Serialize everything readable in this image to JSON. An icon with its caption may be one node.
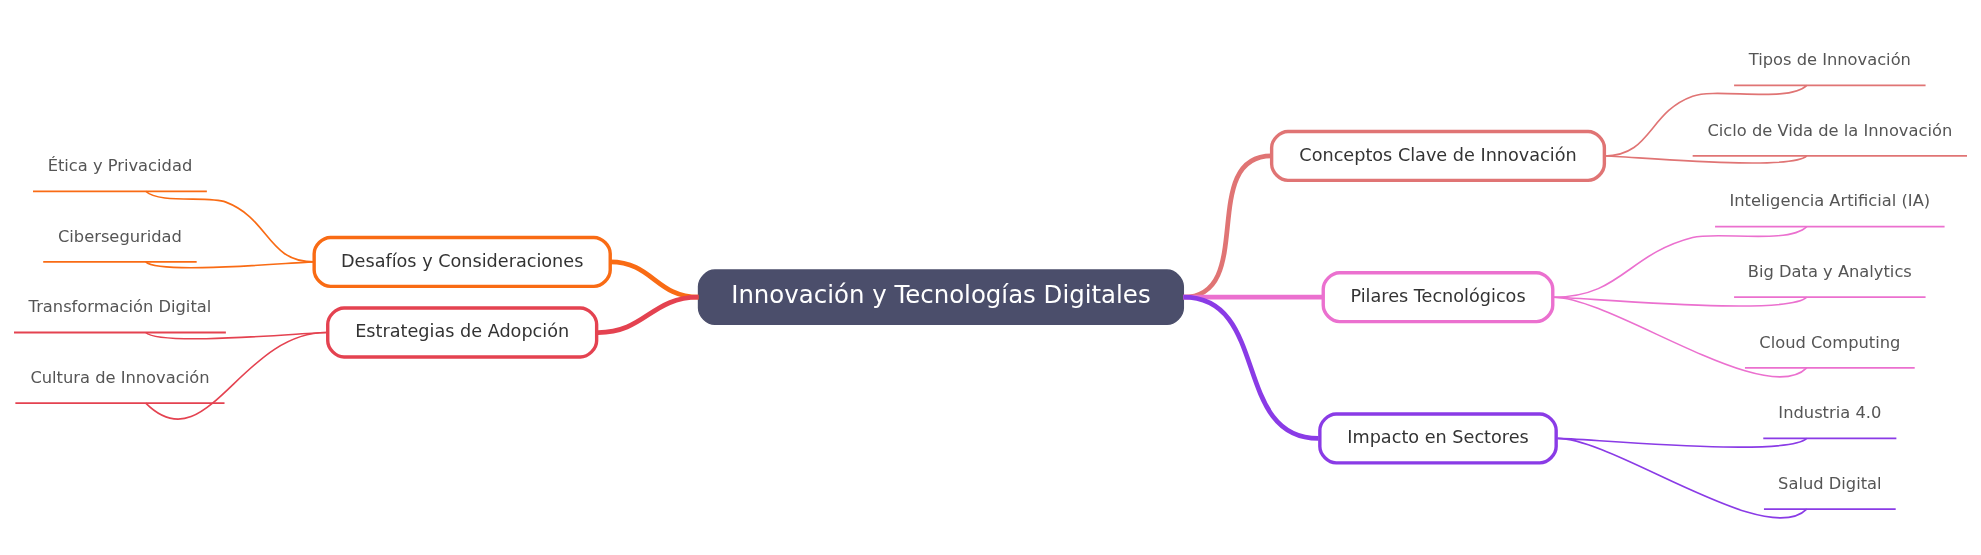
{
  "diagram": {
    "nodes": [
      {
        "text": [
          "Innovación y Tecnologías Digitales"
        ]
      },
      {
        "text": [
          "Conceptos Clave de Innovación"
        ]
      },
      {
        "text": [
          "Tipos de Innovación"
        ]
      },
      {
        "text": [
          "Ciclo de Vida de la Innovación"
        ]
      },
      {
        "text": [
          "Pilares Tecnológicos"
        ]
      },
      {
        "text": [
          "Inteligencia Artificial (IA)"
        ]
      },
      {
        "text": [
          "Big Data y Analytics"
        ]
      },
      {
        "text": [
          "Cloud Computing"
        ]
      },
      {
        "text": [
          "Impacto en Sectores"
        ]
      },
      {
        "text": [
          "Industria 4.0"
        ]
      },
      {
        "text": [
          "Salud Digital"
        ]
      },
      {
        "text": [
          "Desafíos y Consideraciones"
        ]
      },
      {
        "text": [
          "Ética y Privacidad"
        ]
      },
      {
        "text": [
          "Ciberseguridad"
        ]
      },
      {
        "text": [
          "Estrategias de Adopción"
        ]
      },
      {
        "text": [
          "Transformación Digital"
        ]
      },
      {
        "text": [
          "Cultura de Innovación"
        ]
      }
    ],
    "edges": [
      {
        "from": 0,
        "to": 1,
        "arrow": "none",
        "style": "thick",
        "color": "#e07474"
      },
      {
        "from": 1,
        "to": 2,
        "arrow": "none",
        "color": "#e07474"
      },
      {
        "from": 1,
        "to": 3,
        "arrow": "none",
        "color": "#e07474"
      },
      {
        "from": 0,
        "to": 4,
        "arrow": "none",
        "style": "thick",
        "color": "#eb70cf"
      },
      {
        "from": 4,
        "to": 5,
        "arrow": "none",
        "color": "#eb70cf"
      },
      {
        "from": 4,
        "to": 6,
        "arrow": "none",
        "color": "#eb70cf"
      },
      {
        "from": 4,
        "to": 7,
        "arrow": "none",
        "color": "#eb70cf"
      },
      {
        "from": 0,
        "to": 8,
        "arrow": "none",
        "style": "thick",
        "color": "#8a3be6"
      },
      {
        "from": 8,
        "to": 9,
        "arrow": "none",
        "color": "#8a3be6"
      },
      {
        "from": 8,
        "to": 10,
        "arrow": "none",
        "color": "#8a3be6"
      },
      {
        "from": 11,
        "to": 0,
        "arrow": "none",
        "style": "thick",
        "color": "#f96b14"
      },
      {
        "from": 12,
        "to": 11,
        "arrow": "none",
        "color": "#f96b14"
      },
      {
        "from": 13,
        "to": 11,
        "arrow": "none",
        "color": "#f96b14"
      },
      {
        "from": 14,
        "to": 0,
        "arrow": "none",
        "style": "thick",
        "color": "#e44250"
      },
      {
        "from": 15,
        "to": 14,
        "arrow": "none",
        "color": "#e44250"
      },
      {
        "from": 16,
        "to": 14,
        "arrow": "none",
        "color": "#e44250"
      }
    ]
  }
}
